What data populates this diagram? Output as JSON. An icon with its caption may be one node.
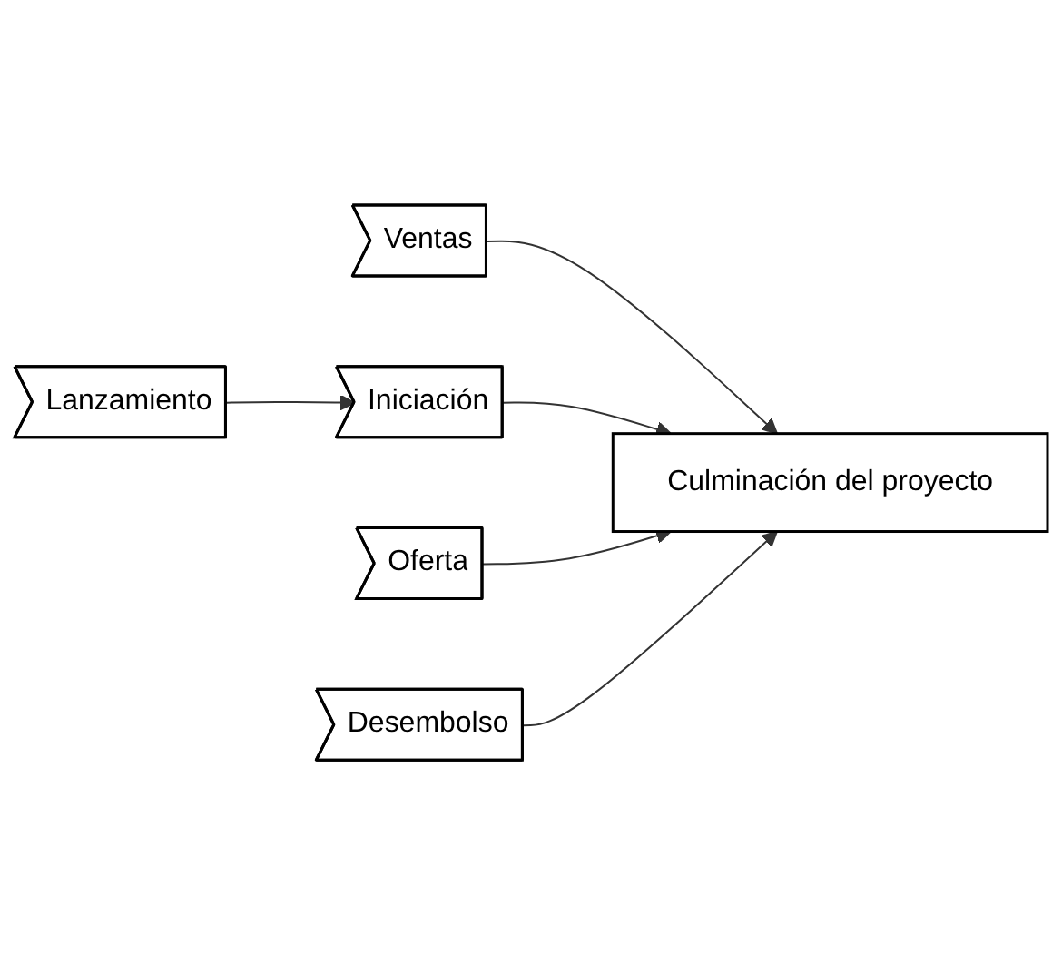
{
  "diagram": {
    "nodes": [
      {
        "text": [
          "Desembolso"
        ]
      },
      {
        "text": [
          "Ventas"
        ]
      },
      {
        "text": [
          "Lanzamiento"
        ]
      },
      {
        "text": [
          "Iniciación"
        ]
      },
      {
        "text": [
          "Oferta"
        ]
      },
      {
        "text": [
          "Culminación del proyecto"
        ]
      }
    ],
    "edges": [
      {
        "from": 2,
        "to": 3,
        "arrow": "to"
      },
      {
        "from": 1,
        "to": 5,
        "arrow": "to"
      },
      {
        "from": 3,
        "to": 5,
        "arrow": "to"
      },
      {
        "from": 4,
        "to": 5,
        "arrow": "to"
      },
      {
        "from": 0,
        "to": 5,
        "arrow": "to"
      }
    ]
  }
}
